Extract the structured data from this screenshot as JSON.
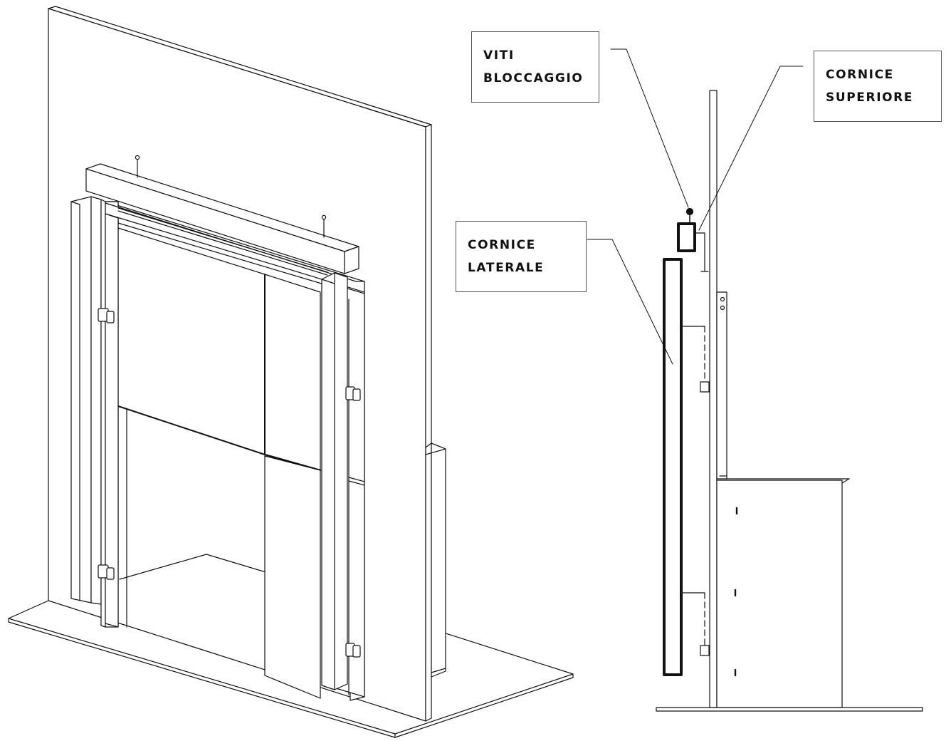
{
  "callouts": {
    "viti_bloccaggio": {
      "lines": [
        "VITI",
        "BLOCCAGGIO"
      ]
    },
    "cornice_superiore": {
      "lines": [
        "CORNICE",
        "SUPERIORE"
      ]
    },
    "cornice_laterale": {
      "lines": [
        "CORNICE",
        "LATERALE"
      ]
    }
  },
  "colors": {
    "line": "#111111",
    "background": "#ffffff",
    "callout_border": "#555555"
  }
}
